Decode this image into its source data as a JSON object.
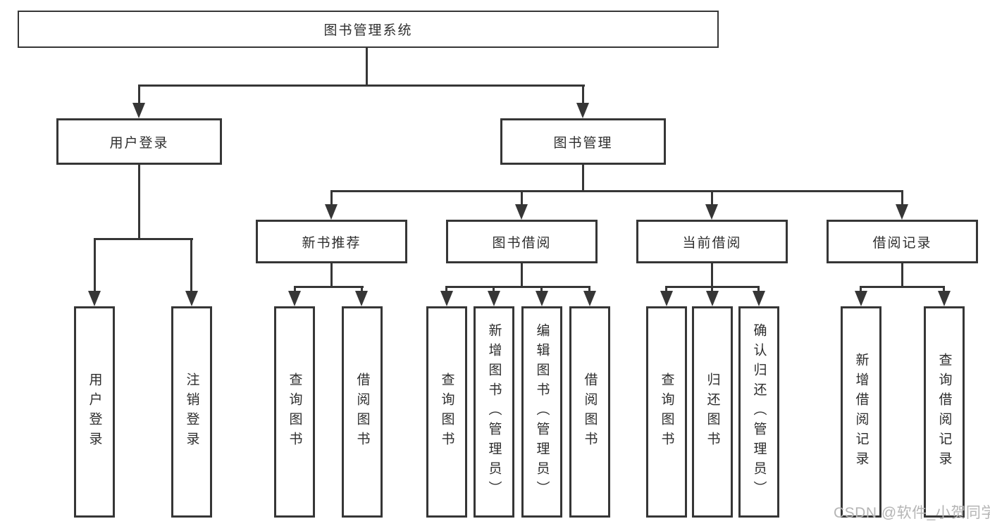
{
  "tree": {
    "root": {
      "label": "图书管理系统"
    },
    "children": [
      {
        "label": "用户登录",
        "children": [
          {
            "label": "用户登录"
          },
          {
            "label": "注销登录"
          }
        ]
      },
      {
        "label": "图书管理",
        "children": [
          {
            "label": "新书推荐",
            "children": [
              {
                "label": "查询图书"
              },
              {
                "label": "借阅图书"
              }
            ]
          },
          {
            "label": "图书借阅",
            "children": [
              {
                "label": "查询图书"
              },
              {
                "label": "新增图书（管理员）"
              },
              {
                "label": "编辑图书（管理员）"
              },
              {
                "label": "借阅图书"
              }
            ]
          },
          {
            "label": "当前借阅",
            "children": [
              {
                "label": "查询图书"
              },
              {
                "label": "归还图书"
              },
              {
                "label": "确认归还（管理员）"
              }
            ]
          },
          {
            "label": "借阅记录",
            "children": [
              {
                "label": "新增借阅记录"
              },
              {
                "label": "查询借阅记录"
              }
            ]
          }
        ]
      }
    ]
  },
  "watermark": {
    "text": "CSDN @软件_小贺同学"
  },
  "colors": {
    "line": "#363636",
    "box_border": "#363636",
    "text": "#2e2e2e",
    "watermark": "#b5b5b5",
    "background": "#ffffff"
  }
}
